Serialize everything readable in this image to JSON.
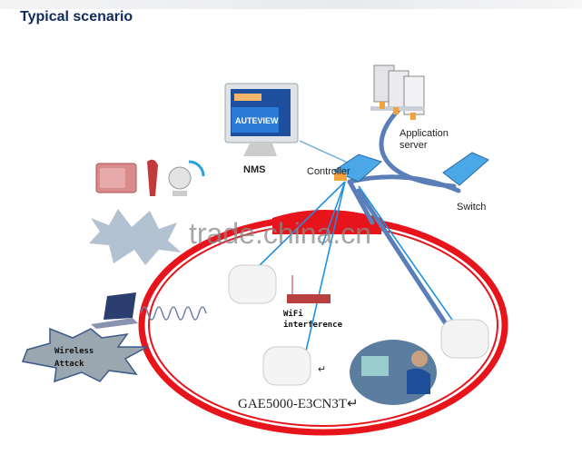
{
  "title": "Typical scenario",
  "nodes": {
    "nms": "NMS",
    "nms_screen": "AUTEVIEW",
    "controller": "Controller",
    "app_server_line1": "Application",
    "app_server_line2": "server",
    "switch": "Switch",
    "wifi_line1": "WiFi",
    "wifi_line2": "interference",
    "attack_line1": "Wireless",
    "attack_line2": "Attack",
    "ap_model": "GAE5000-E3CN3T↵",
    "return_mark": "↵"
  },
  "watermark": "trade.china.cn",
  "colors": {
    "title": "#0f2a5c",
    "ring": "#e8141c",
    "link": "#1e90e0",
    "trunk": "#5a7fb8"
  }
}
